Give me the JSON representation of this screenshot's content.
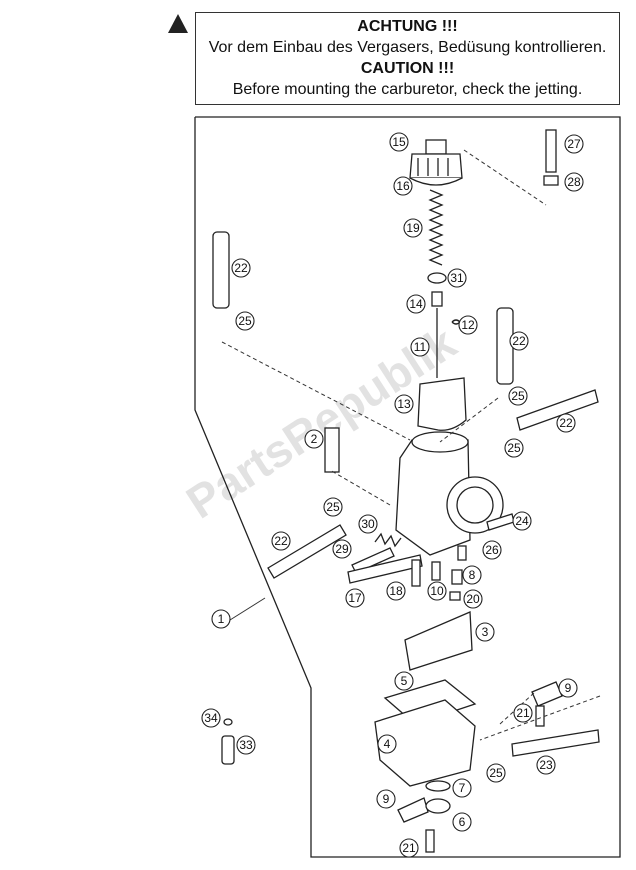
{
  "notice": {
    "title_de": "ACHTUNG !!!",
    "text_de": "Vor dem Einbau des Vergasers, Bedüsung kontrollieren.",
    "title_en": "CAUTION !!!",
    "text_en": "Before mounting the carburetor, check the jetting."
  },
  "watermark": "PartsRepublik",
  "callouts": [
    "15",
    "16",
    "19",
    "27",
    "28",
    "22",
    "25",
    "31",
    "14",
    "12",
    "11",
    "22",
    "25",
    "13",
    "2",
    "22",
    "25",
    "25",
    "30",
    "24",
    "22",
    "29",
    "26",
    "8",
    "17",
    "18",
    "10",
    "20",
    "1",
    "3",
    "5",
    "9",
    "21",
    "4",
    "23",
    "25",
    "34",
    "33",
    "7",
    "9",
    "6",
    "21"
  ],
  "colors": {
    "line": "#222222",
    "fill": "#ffffff",
    "watermark": "#d9d9d9"
  }
}
